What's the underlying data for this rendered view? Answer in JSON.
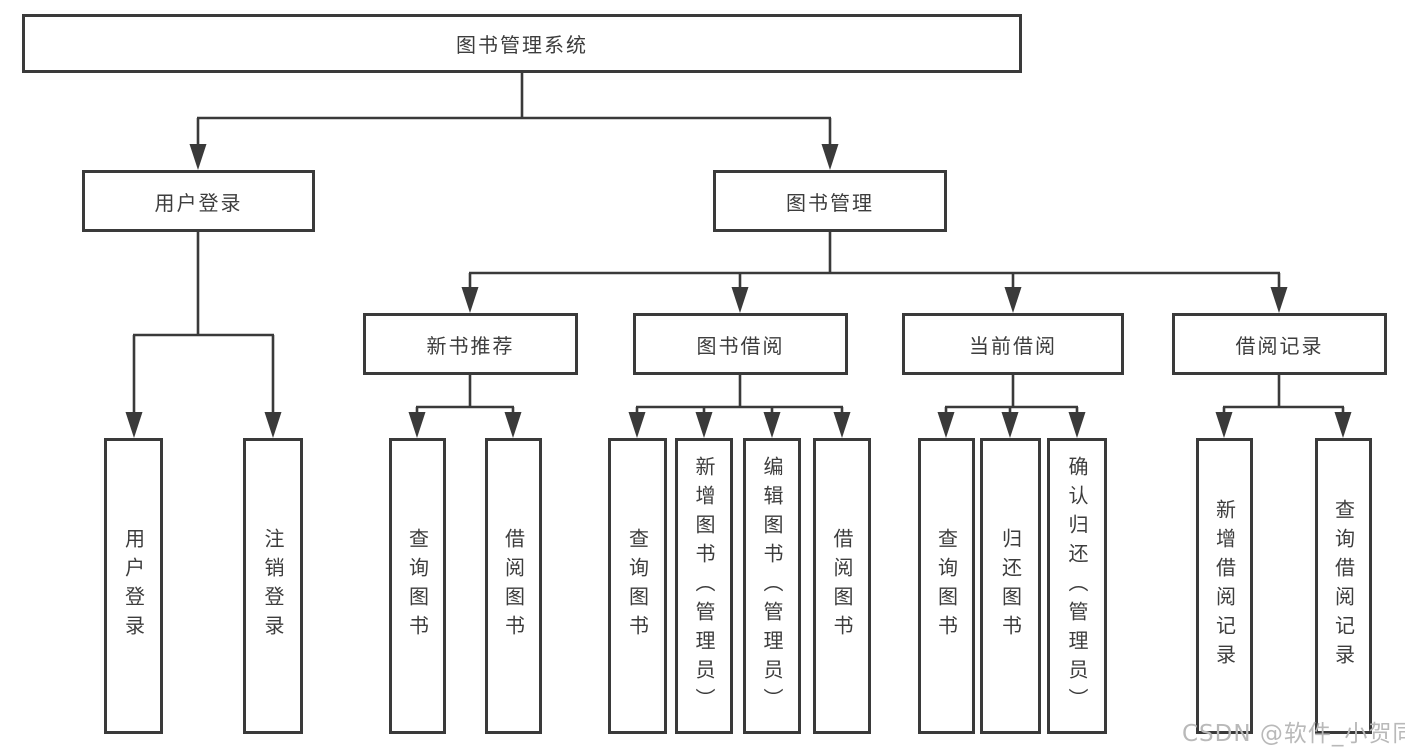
{
  "diagram": {
    "title": "图书管理系统",
    "root": {
      "label": "图书管理系统"
    },
    "level2": [
      {
        "label": "用户登录"
      },
      {
        "label": "图书管理"
      }
    ],
    "level3": [
      {
        "label": "新书推荐",
        "parent": "图书管理"
      },
      {
        "label": "图书借阅",
        "parent": "图书管理"
      },
      {
        "label": "当前借阅",
        "parent": "图书管理"
      },
      {
        "label": "借阅记录",
        "parent": "图书管理"
      }
    ],
    "level4": [
      {
        "label": "用户登录",
        "parent": "用户登录"
      },
      {
        "label": "注销登录",
        "parent": "用户登录"
      },
      {
        "label": "查询图书",
        "parent": "新书推荐"
      },
      {
        "label": "借阅图书",
        "parent": "新书推荐"
      },
      {
        "label": "查询图书",
        "parent": "图书借阅"
      },
      {
        "label": "新增图书（管理员）",
        "parent": "图书借阅"
      },
      {
        "label": "编辑图书（管理员）",
        "parent": "图书借阅"
      },
      {
        "label": "借阅图书",
        "parent": "图书借阅"
      },
      {
        "label": "查询图书",
        "parent": "当前借阅"
      },
      {
        "label": "归还图书",
        "parent": "当前借阅"
      },
      {
        "label": "确认归还（管理员）",
        "parent": "当前借阅"
      },
      {
        "label": "新增借阅记录",
        "parent": "借阅记录"
      },
      {
        "label": "查询借阅记录",
        "parent": "借阅记录"
      }
    ]
  },
  "watermark": "CSDN @软件_小贺同学",
  "colors": {
    "line": "#3a3a3a",
    "text": "#3d3d3d",
    "background": "#ffffff",
    "watermark": "#b9b9b9"
  }
}
